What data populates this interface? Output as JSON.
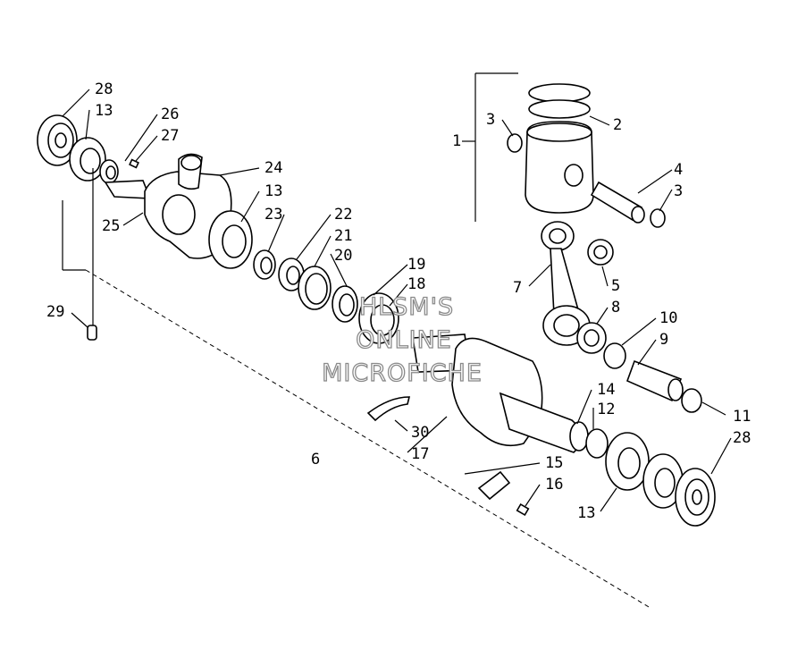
{
  "watermark": [
    "HLSM'S",
    "ONLINE",
    "MICROFICHE"
  ],
  "callouts": {
    "n1": "1",
    "n2": "2",
    "n3a": "3",
    "n3b": "3",
    "n4": "4",
    "n5": "5",
    "n6": "6",
    "n7": "7",
    "n8": "8",
    "n9": "9",
    "n10": "10",
    "n11": "11",
    "n12": "12",
    "n13a": "13",
    "n13b": "13",
    "n13c": "13",
    "n14": "14",
    "n15": "15",
    "n16": "16",
    "n17": "17",
    "n18": "18",
    "n19": "19",
    "n20": "20",
    "n21": "21",
    "n22": "22",
    "n23": "23",
    "n24": "24",
    "n25": "25",
    "n26": "26",
    "n27": "27",
    "n28a": "28",
    "n28b": "28",
    "n29": "29",
    "n30": "30"
  }
}
